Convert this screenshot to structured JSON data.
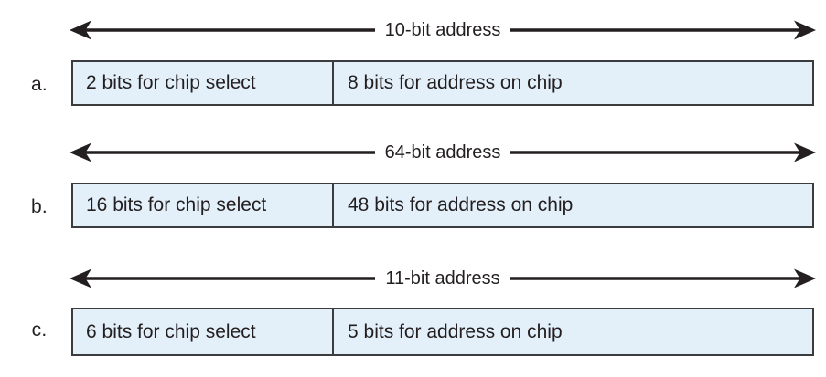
{
  "figure": {
    "type": "address-partition-diagram",
    "background": "#ffffff",
    "box_fill": "#e3eff9",
    "box_border": "#3c3c3f",
    "text_color": "#231f20"
  },
  "rows": [
    {
      "label": "a.",
      "arrow_label": "10-bit address",
      "total_bits": 10,
      "left_cell": "2 bits for chip select",
      "right_cell": "8 bits for address on chip",
      "chip_select_bits": 2,
      "on_chip_bits": 8
    },
    {
      "label": "b.",
      "arrow_label": "64-bit address",
      "total_bits": 64,
      "left_cell": "16 bits for chip select",
      "right_cell": "48 bits for address on chip",
      "chip_select_bits": 16,
      "on_chip_bits": 48
    },
    {
      "label": "c.",
      "arrow_label": "11-bit address",
      "total_bits": 11,
      "left_cell": "6 bits for chip select",
      "right_cell": "5 bits for address on chip",
      "chip_select_bits": 6,
      "on_chip_bits": 5
    }
  ]
}
